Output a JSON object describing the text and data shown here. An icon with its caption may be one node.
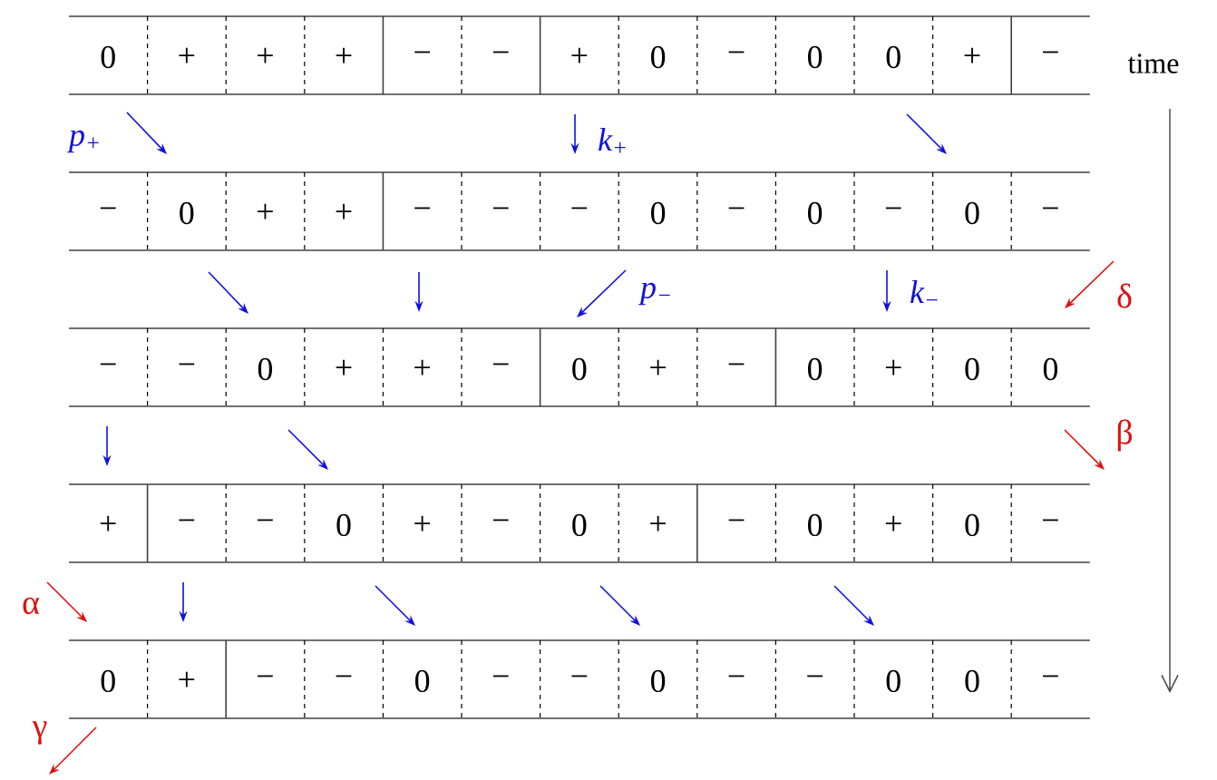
{
  "diagram": {
    "nodes": [
      {
        "text": [
          "0",
          "+",
          "+",
          "+",
          "−",
          "−",
          "+",
          "0",
          "−",
          "0",
          "0",
          "+",
          "−"
        ]
      },
      {
        "text": [
          "−",
          "0",
          "+",
          "+",
          "−",
          "−",
          "−",
          "0",
          "−",
          "0",
          "−",
          "0",
          "−"
        ]
      },
      {
        "text": [
          "−",
          "−",
          "0",
          "+",
          "+",
          "−",
          "0",
          "+",
          "−",
          "0",
          "+",
          "0",
          "0"
        ]
      },
      {
        "text": [
          "+",
          "−",
          "−",
          "0",
          "+",
          "−",
          "0",
          "+",
          "−",
          "0",
          "+",
          "0",
          "−"
        ]
      },
      {
        "text": [
          "0",
          "+",
          "−",
          "−",
          "0",
          "−",
          "−",
          "0",
          "−",
          "−",
          "0",
          "0",
          "−"
        ]
      }
    ],
    "labels": [
      "time",
      "p$_{+}$",
      "k$_{+}$",
      "p$_{−}$",
      "k$_{−}$",
      "δ",
      "β",
      "α",
      "γ"
    ]
  }
}
